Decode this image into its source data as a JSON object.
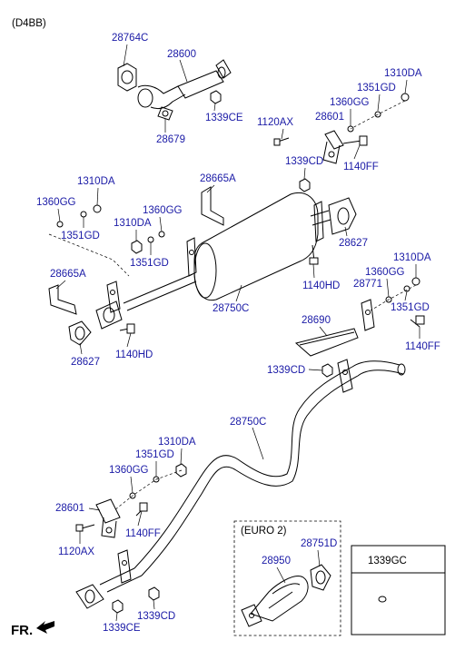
{
  "engine": "(D4BB)",
  "front_marker": "FR.",
  "euro_box_title": "(EURO 2)",
  "ref_box_title": "1339GC",
  "labels": {
    "l28764C": "28764C",
    "l28600": "28600",
    "l1339CE_top": "1339CE",
    "l28679": "28679",
    "l1310DA_tr": "1310DA",
    "l1351GD_tr": "1351GD",
    "l1360GG_tr": "1360GG",
    "l28601_tr": "28601",
    "l1120AX_tr": "1120AX",
    "l1140FF_tr": "1140FF",
    "l1339CD_mid": "1339CD",
    "l28665A_top": "28665A",
    "l28627_r": "28627",
    "l1140HD_r": "1140HD",
    "l28750C_mid": "28750C",
    "l1310DA_l": "1310DA",
    "l1360GG_l": "1360GG",
    "l1351GD_l": "1351GD",
    "l1310DA_lm": "1310DA",
    "l1360GG_lm": "1360GG",
    "l1351GD_lm": "1351GD",
    "l28665A_l": "28665A",
    "l28627_l": "28627",
    "l1140HD_l": "1140HD",
    "l1310DA_r2": "1310DA",
    "l1360GG_r2": "1360GG",
    "l28771": "28771",
    "l1351GD_r2": "1351GD",
    "l28690": "28690",
    "l1140FF_r2": "1140FF",
    "l1339CD_r2": "1339CD",
    "l28750C_low": "28750C",
    "l1310DA_low": "1310DA",
    "l1351GD_low": "1351GD",
    "l1360GG_low": "1360GG",
    "l28601_low": "28601",
    "l1140FF_low": "1140FF",
    "l1120AX_low": "1120AX",
    "l1339CE_low": "1339CE",
    "l1339CD_low": "1339CD",
    "l28950": "28950",
    "l28751D": "28751D"
  }
}
